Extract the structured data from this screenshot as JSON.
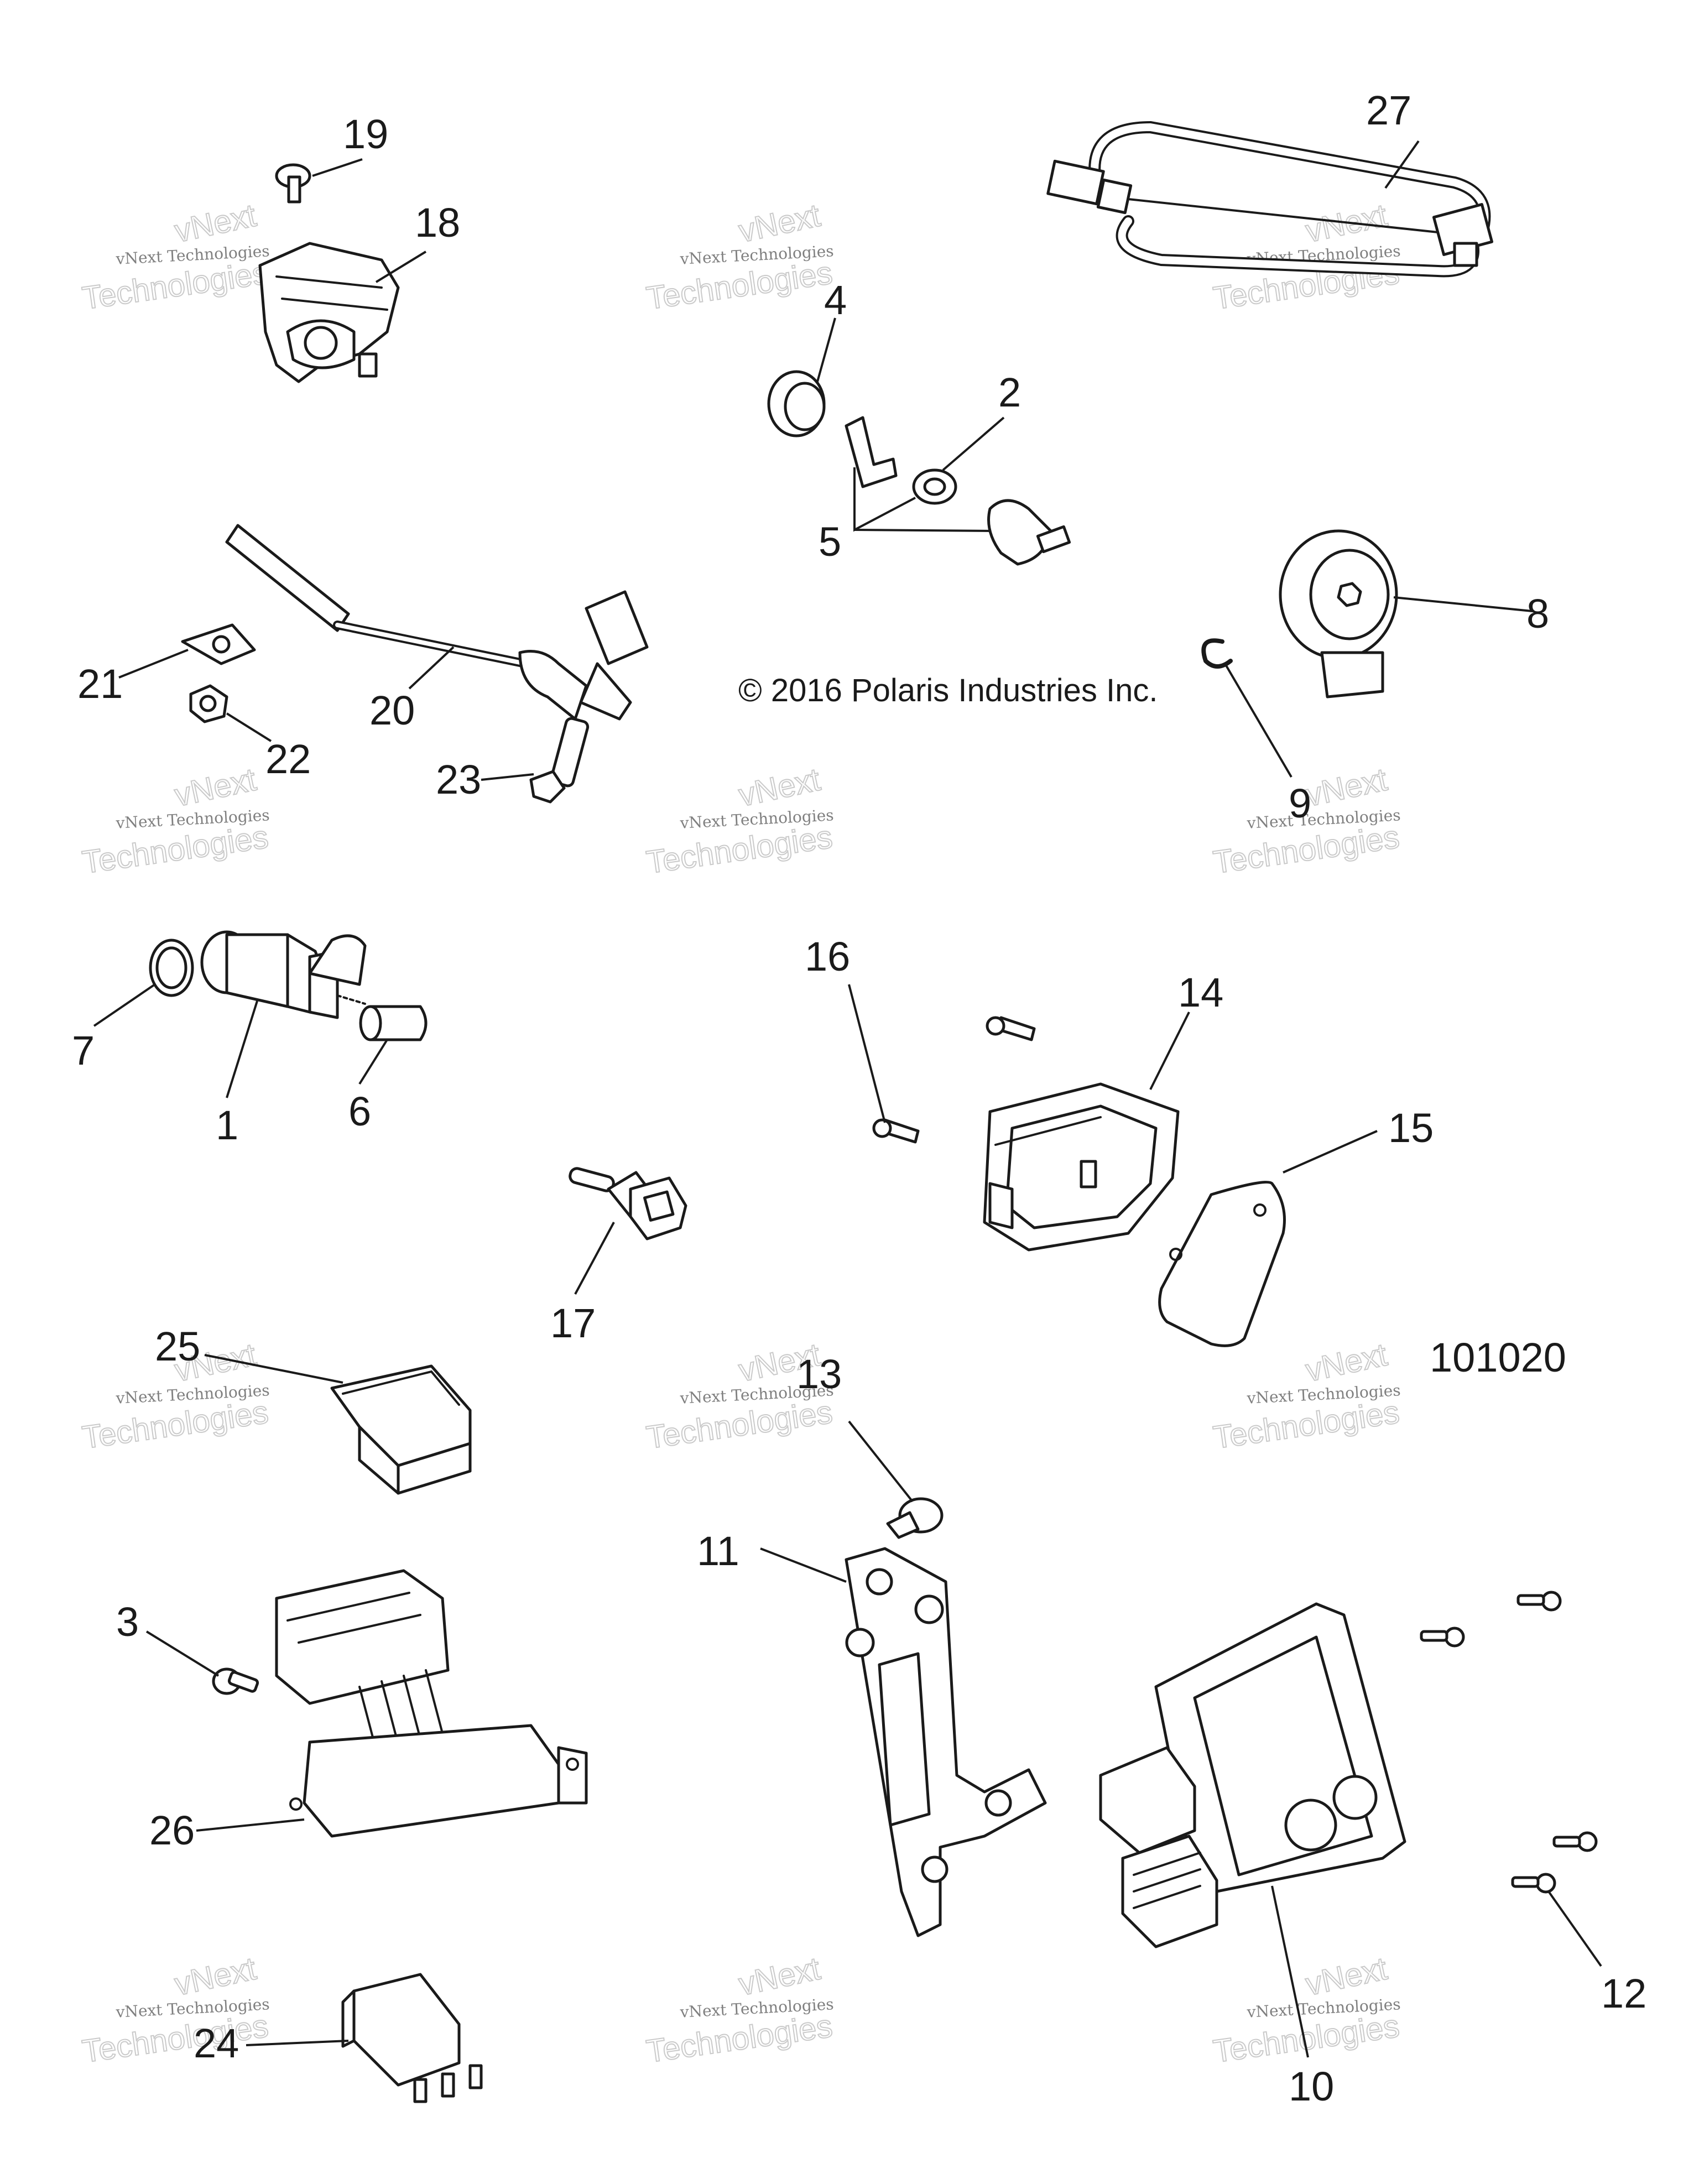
{
  "copyright": "© 2016 Polaris Industries Inc.",
  "drawing_number": "101020",
  "watermark": {
    "brand": "vNext",
    "line": "vNext Technologies",
    "big": "Technologies"
  },
  "callouts": [
    "1",
    "2",
    "3",
    "4",
    "5",
    "6",
    "7",
    "8",
    "9",
    "10",
    "11",
    "12",
    "13",
    "14",
    "15",
    "16",
    "17",
    "18",
    "19",
    "20",
    "21",
    "22",
    "23",
    "24",
    "25",
    "26",
    "27"
  ]
}
